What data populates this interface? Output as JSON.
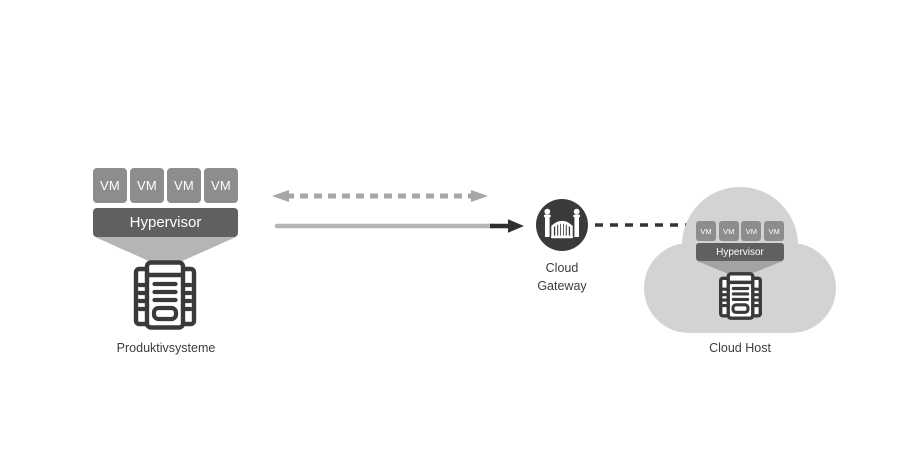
{
  "diagram_title": "",
  "left_stack": {
    "vms": [
      "VM",
      "VM",
      "VM",
      "VM"
    ],
    "hypervisor_label": "Hypervisor",
    "caption": "Produktivsysteme"
  },
  "gateway": {
    "caption": "Cloud Gateway",
    "icon": "gate-icon"
  },
  "cloud": {
    "vms": [
      "VM",
      "VM",
      "VM",
      "VM"
    ],
    "hypervisor_label": "Hypervisor",
    "caption": "Cloud Host"
  },
  "icons": {
    "left_server": "mainframe-server-icon",
    "cloud_server": "mainframe-server-icon",
    "cloud_shape": "cloud-shape"
  },
  "arrows": {
    "sync": "bidirectional-dashed-arrow",
    "migration": "solid-right-arrow",
    "link": "dashed-connector"
  },
  "colors": {
    "vm-box": "#8d8d8d",
    "hypervisor": "#606060",
    "funnel": "#b5b5b5",
    "funnel-dark": "#a3a3a3",
    "cloud": "#d3d3d3",
    "icon-dark": "#3a3a3a",
    "arrow-dashed": "#a6a6a6",
    "arrow-solid": "#b5b5b5",
    "arrow-head": "#2f2f2f",
    "connector": "#333333",
    "label": "#3d3d3d"
  }
}
